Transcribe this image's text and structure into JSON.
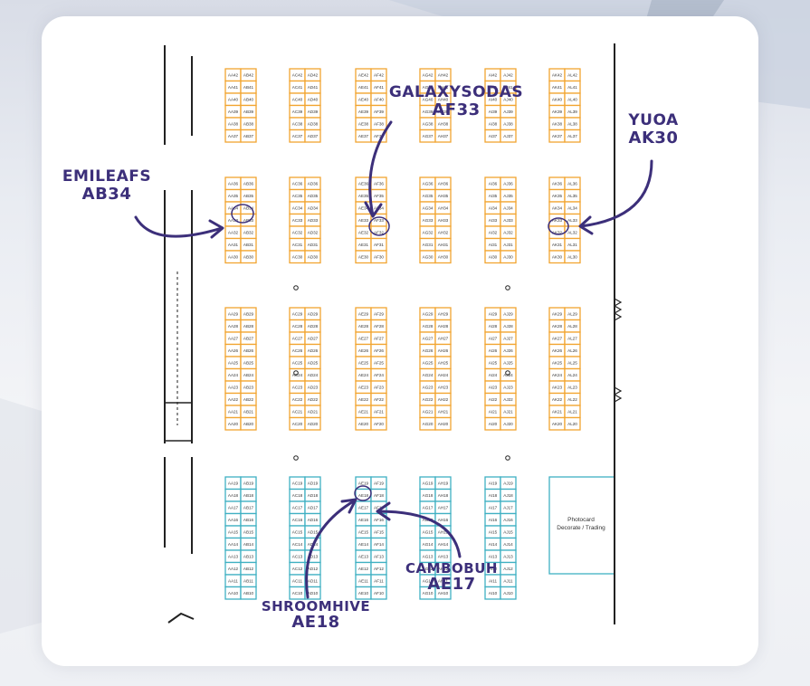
{
  "colors": {
    "orange": "#f2a531",
    "teal": "#3fb0c2",
    "callout": "#3c2f7a",
    "wall": "#222222"
  },
  "photo_area": {
    "line1": "Photocard",
    "line2": "Decorate / Trading"
  },
  "callouts": {
    "emileafs": {
      "name": "EMILEAFS",
      "code": "AB34"
    },
    "galaxysodas": {
      "name": "GALAXYSODAS",
      "code": "AF33"
    },
    "yuoa": {
      "name": "YUOA",
      "code": "AK30"
    },
    "cambobuh": {
      "name": "CAMBOBUH",
      "code": "AE17"
    },
    "shroomhive": {
      "name": "SHROOMHIVE",
      "code": "AE18"
    }
  },
  "booth_pairs": [
    "AA/AB",
    "AC/AD",
    "AE/AF",
    "AG/AH",
    "AI/AJ",
    "AK/AL"
  ],
  "sections": [
    {
      "color": "orange",
      "from": 42,
      "to": 37
    },
    {
      "color": "orange",
      "from": 36,
      "to": 30
    },
    {
      "color": "orange",
      "from": 29,
      "to": 20
    },
    {
      "color": "teal",
      "from": 19,
      "to": 10
    }
  ]
}
